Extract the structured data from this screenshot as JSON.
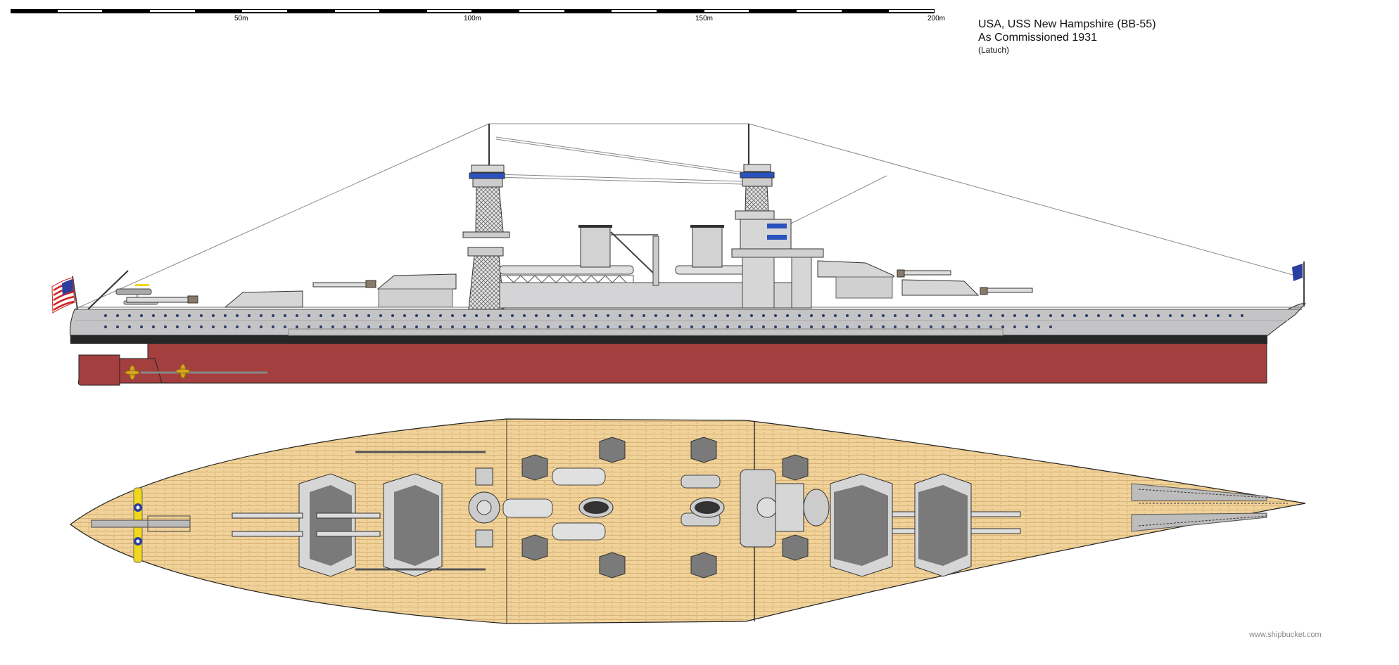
{
  "scale": {
    "labels": [
      "50m",
      "100m",
      "150m",
      "200m"
    ],
    "unit": "m",
    "segment_m": 10,
    "total_m": 200
  },
  "title": {
    "line1": "USA, USS New Hampshire (BB-55)",
    "line2": "As Commissioned 1931",
    "line3": "(Latuch)"
  },
  "watermark": "www.shipbucket.com",
  "colors": {
    "hull_grey": "#c4c4c6",
    "superstructure_grey": "#d4d4d6",
    "boot_top": "#262626",
    "hull_red": "#a33f3f",
    "deck_tan": "#f0d29a",
    "deck_plank": "#d8b374",
    "turret_dark": "#7a7a7a",
    "window_blue": "#2a52be",
    "porthole": "#2b3a6e",
    "propeller": "#d9a520",
    "floatplane_yellow": "#f2d81c"
  },
  "views": {
    "profile": {
      "name": "side profile"
    },
    "plan": {
      "name": "top-down plan"
    }
  }
}
